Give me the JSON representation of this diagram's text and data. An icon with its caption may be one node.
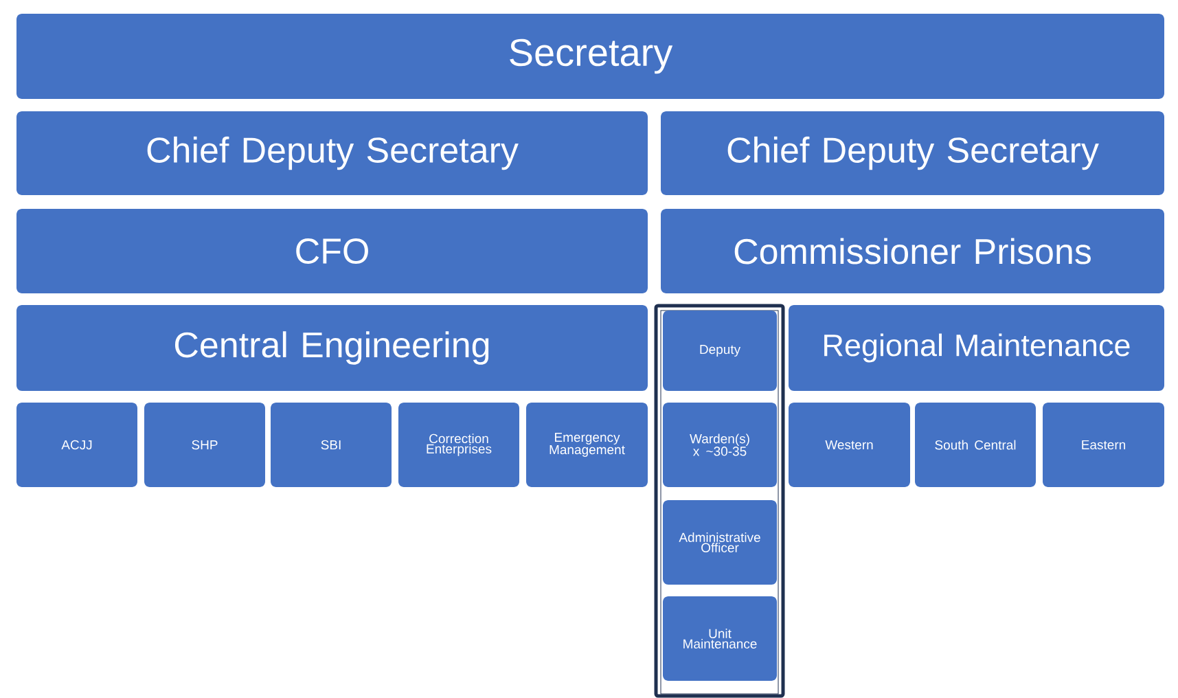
{
  "diagram": {
    "nodes": [
      {
        "text": [
          "Secretary"
        ]
      },
      {
        "text": [
          "Chief Deputy Secretary"
        ]
      },
      {
        "text": [
          "Chief Deputy Secretary"
        ]
      },
      {
        "text": [
          "CFO"
        ]
      },
      {
        "text": [
          "Commissioner Prisons"
        ]
      },
      {
        "text": [
          "Central Engineering"
        ]
      },
      {
        "text": [],
        "shape": "box"
      },
      {
        "text": [
          "Deputy"
        ],
        "in": 6
      },
      {
        "text": [
          "Regional Maintenance"
        ]
      },
      {
        "text": [
          "ACJJ"
        ]
      },
      {
        "text": [
          "SHP"
        ]
      },
      {
        "text": [
          "SBI"
        ]
      },
      {
        "text": [
          "Correction Enterprises"
        ]
      },
      {
        "text": [
          "Emergency Management"
        ]
      },
      {
        "text": [
          "Warden(s) x ~30-35"
        ],
        "in": 6
      },
      {
        "text": [
          "Western"
        ]
      },
      {
        "text": [
          "South Central"
        ]
      },
      {
        "text": [
          "Eastern"
        ]
      },
      {
        "text": [
          "Administrative Officer"
        ],
        "in": 6
      },
      {
        "text": [
          "Unit Maintenance"
        ],
        "in": 6
      }
    ]
  }
}
